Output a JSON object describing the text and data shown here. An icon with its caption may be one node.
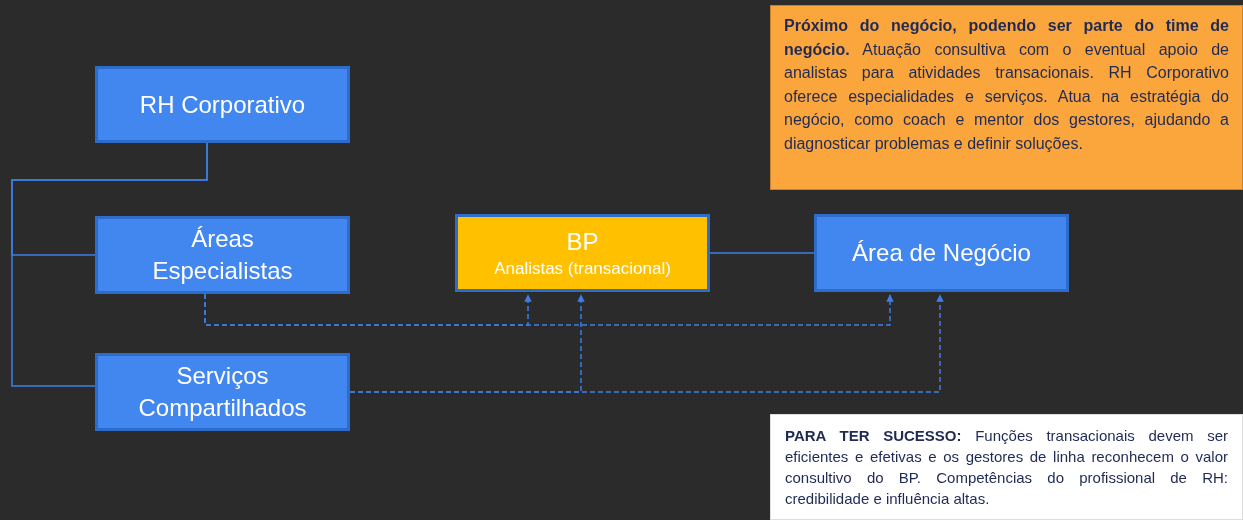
{
  "diagram": {
    "nodes": [
      {
        "text": [
          "RH Corporativo"
        ]
      },
      {
        "text": [
          "Áreas Especialistas"
        ]
      },
      {
        "text": [
          "BP",
          "Analistas (transacional)"
        ]
      },
      {
        "text": [
          "Área de Negócio"
        ]
      },
      {
        "text": [
          "Serviços Compartilhados"
        ]
      },
      {
        "text": [
          "**Próximo do negócio, podendo ser parte do time de negócio.** Atuação consultiva com o eventual apoio de analistas para atividades transacionais. RH Corporativo oferece especialidades e serviços. Atua na estratégia do negócio, como coach e mentor dos gestores, ajudando a diagnosticar problemas e definir soluções."
        ]
      },
      {
        "text": [
          "**PARA TER SUCESSO:** Funções transacionais devem ser eficientes e efetivas e os gestores de linha reconhecem o valor consultivo do BP. Competências do profissional de RH: credibilidade e influência altas."
        ]
      }
    ],
    "edges": [
      {
        "from": 0,
        "to": 1,
        "arrow": "none"
      },
      {
        "from": 0,
        "to": 4,
        "arrow": "none"
      },
      {
        "from": 2,
        "to": 3,
        "arrow": "none"
      },
      {
        "from": 1,
        "to": 2,
        "arrow": "to",
        "style": "dashed"
      },
      {
        "from": 1,
        "to": 3,
        "arrow": "to",
        "style": "dashed"
      },
      {
        "from": 4,
        "to": 2,
        "arrow": "to",
        "style": "dashed"
      },
      {
        "from": 4,
        "to": 3,
        "arrow": "to",
        "style": "dashed"
      }
    ]
  }
}
